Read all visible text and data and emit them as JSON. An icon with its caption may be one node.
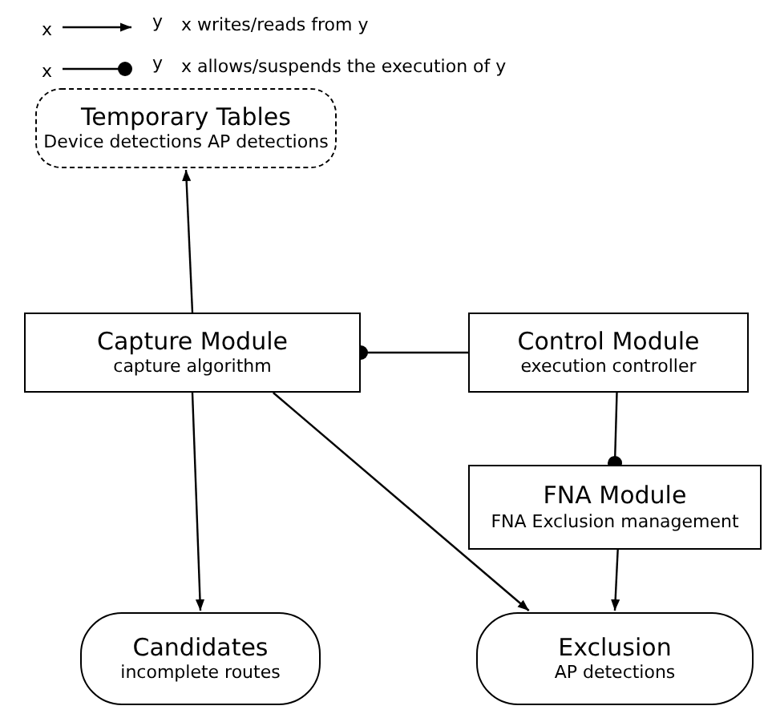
{
  "diagram": {
    "nodes": [
      {
        "text": [
          "Temporary Tables",
          "Device detections AP detections"
        ]
      },
      {
        "text": [
          "Capture Module",
          "capture algorithm"
        ]
      },
      {
        "text": [
          "Control Module",
          "execution controller"
        ]
      },
      {
        "text": [
          "FNA Module",
          "FNA Exclusion management"
        ]
      },
      {
        "text": [
          "Candidates",
          "incomplete routes"
        ]
      },
      {
        "text": [
          "Exclusion",
          "AP detections"
        ]
      }
    ],
    "edges": [
      {
        "from": 1,
        "to": 0,
        "arrow": "to"
      },
      {
        "from": 2,
        "to": 1,
        "arrow": "other"
      },
      {
        "from": 2,
        "to": 3,
        "arrow": "other"
      },
      {
        "from": 1,
        "to": 4,
        "arrow": "to"
      },
      {
        "from": 1,
        "to": 5,
        "arrow": "to"
      },
      {
        "from": 3,
        "to": 5,
        "arrow": "to"
      }
    ],
    "labels": [
      "x",
      "y",
      "x",
      "y"
    ],
    "legend": [
      {
        "text": "x writes/reads from y"
      },
      {
        "text": "x allows/suspends the execution of y"
      }
    ]
  }
}
